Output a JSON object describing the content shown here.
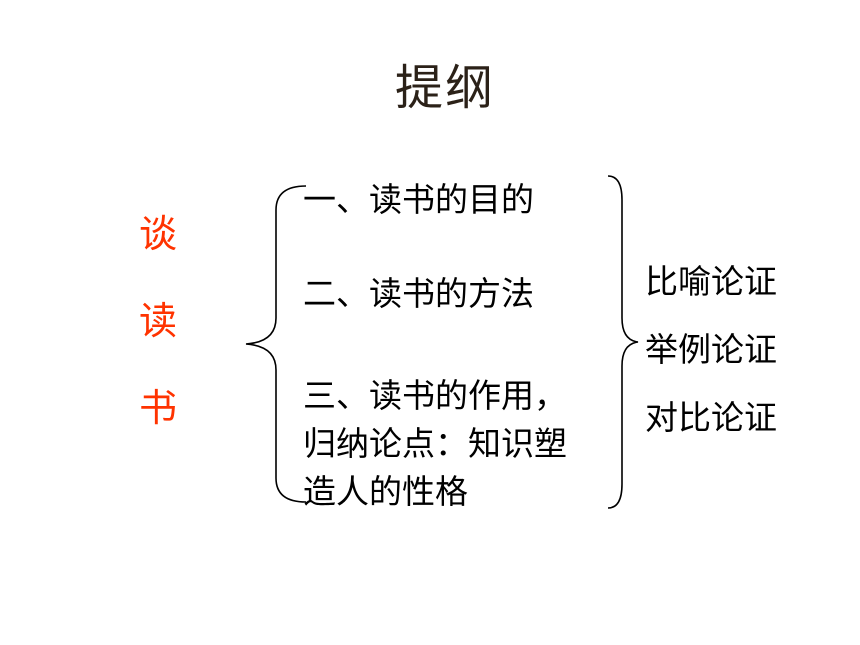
{
  "slide": {
    "title": "提纲",
    "topic_chars": [
      "谈",
      "读",
      "书"
    ],
    "outline": [
      "一、读书的目的",
      "二、读书的方法",
      "三、读书的作用，\n归纳论点：知识塑\n造人的性格"
    ],
    "methods": [
      "比喻论证",
      "举例论证",
      "对比论证"
    ]
  },
  "colors": {
    "topic": "#ff3300",
    "title": "#2b2118",
    "text": "#000000"
  }
}
